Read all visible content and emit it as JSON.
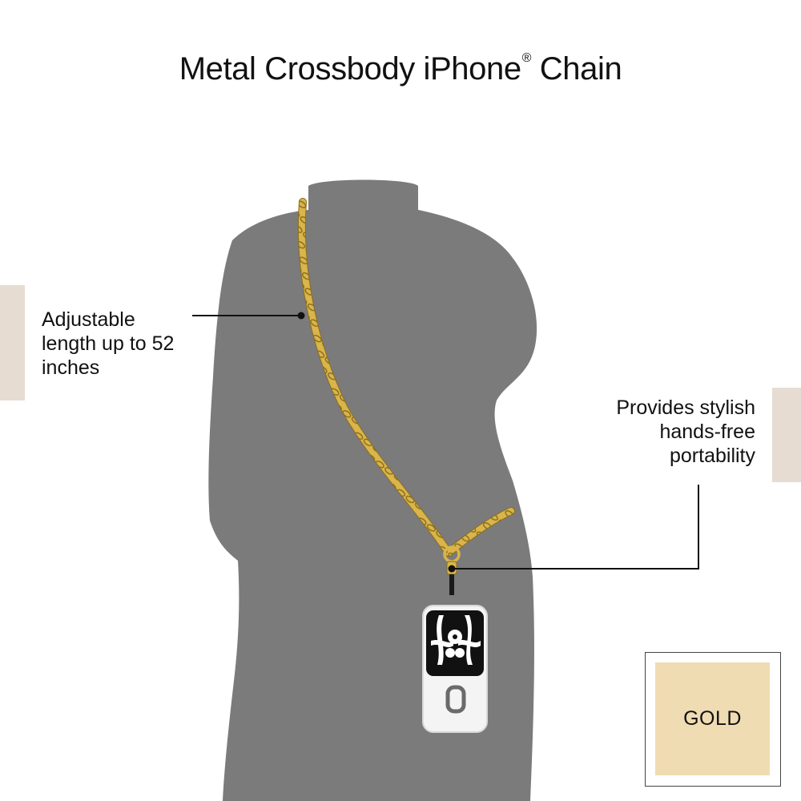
{
  "title": {
    "main": "Metal Crossbody iPhone",
    "registered": "®",
    "suffix": " Chain"
  },
  "callouts": {
    "left": "Adjustable\nlength up to 52\ninches",
    "right": "Provides stylish\nhands-free\nportability"
  },
  "swatch": {
    "label": "GOLD",
    "color": "#f0dcb2"
  },
  "colors": {
    "background": "#ffffff",
    "silhouette": "#7b7b7b",
    "chain": "#d9b54a",
    "side_tab": "#e6dcd2",
    "text": "#111111"
  },
  "icons": {
    "silhouette": "mannequin-torso-icon",
    "chain": "gold-chain-icon",
    "phone": "phone-case-icon",
    "case_art": "zebra-print-icon"
  }
}
